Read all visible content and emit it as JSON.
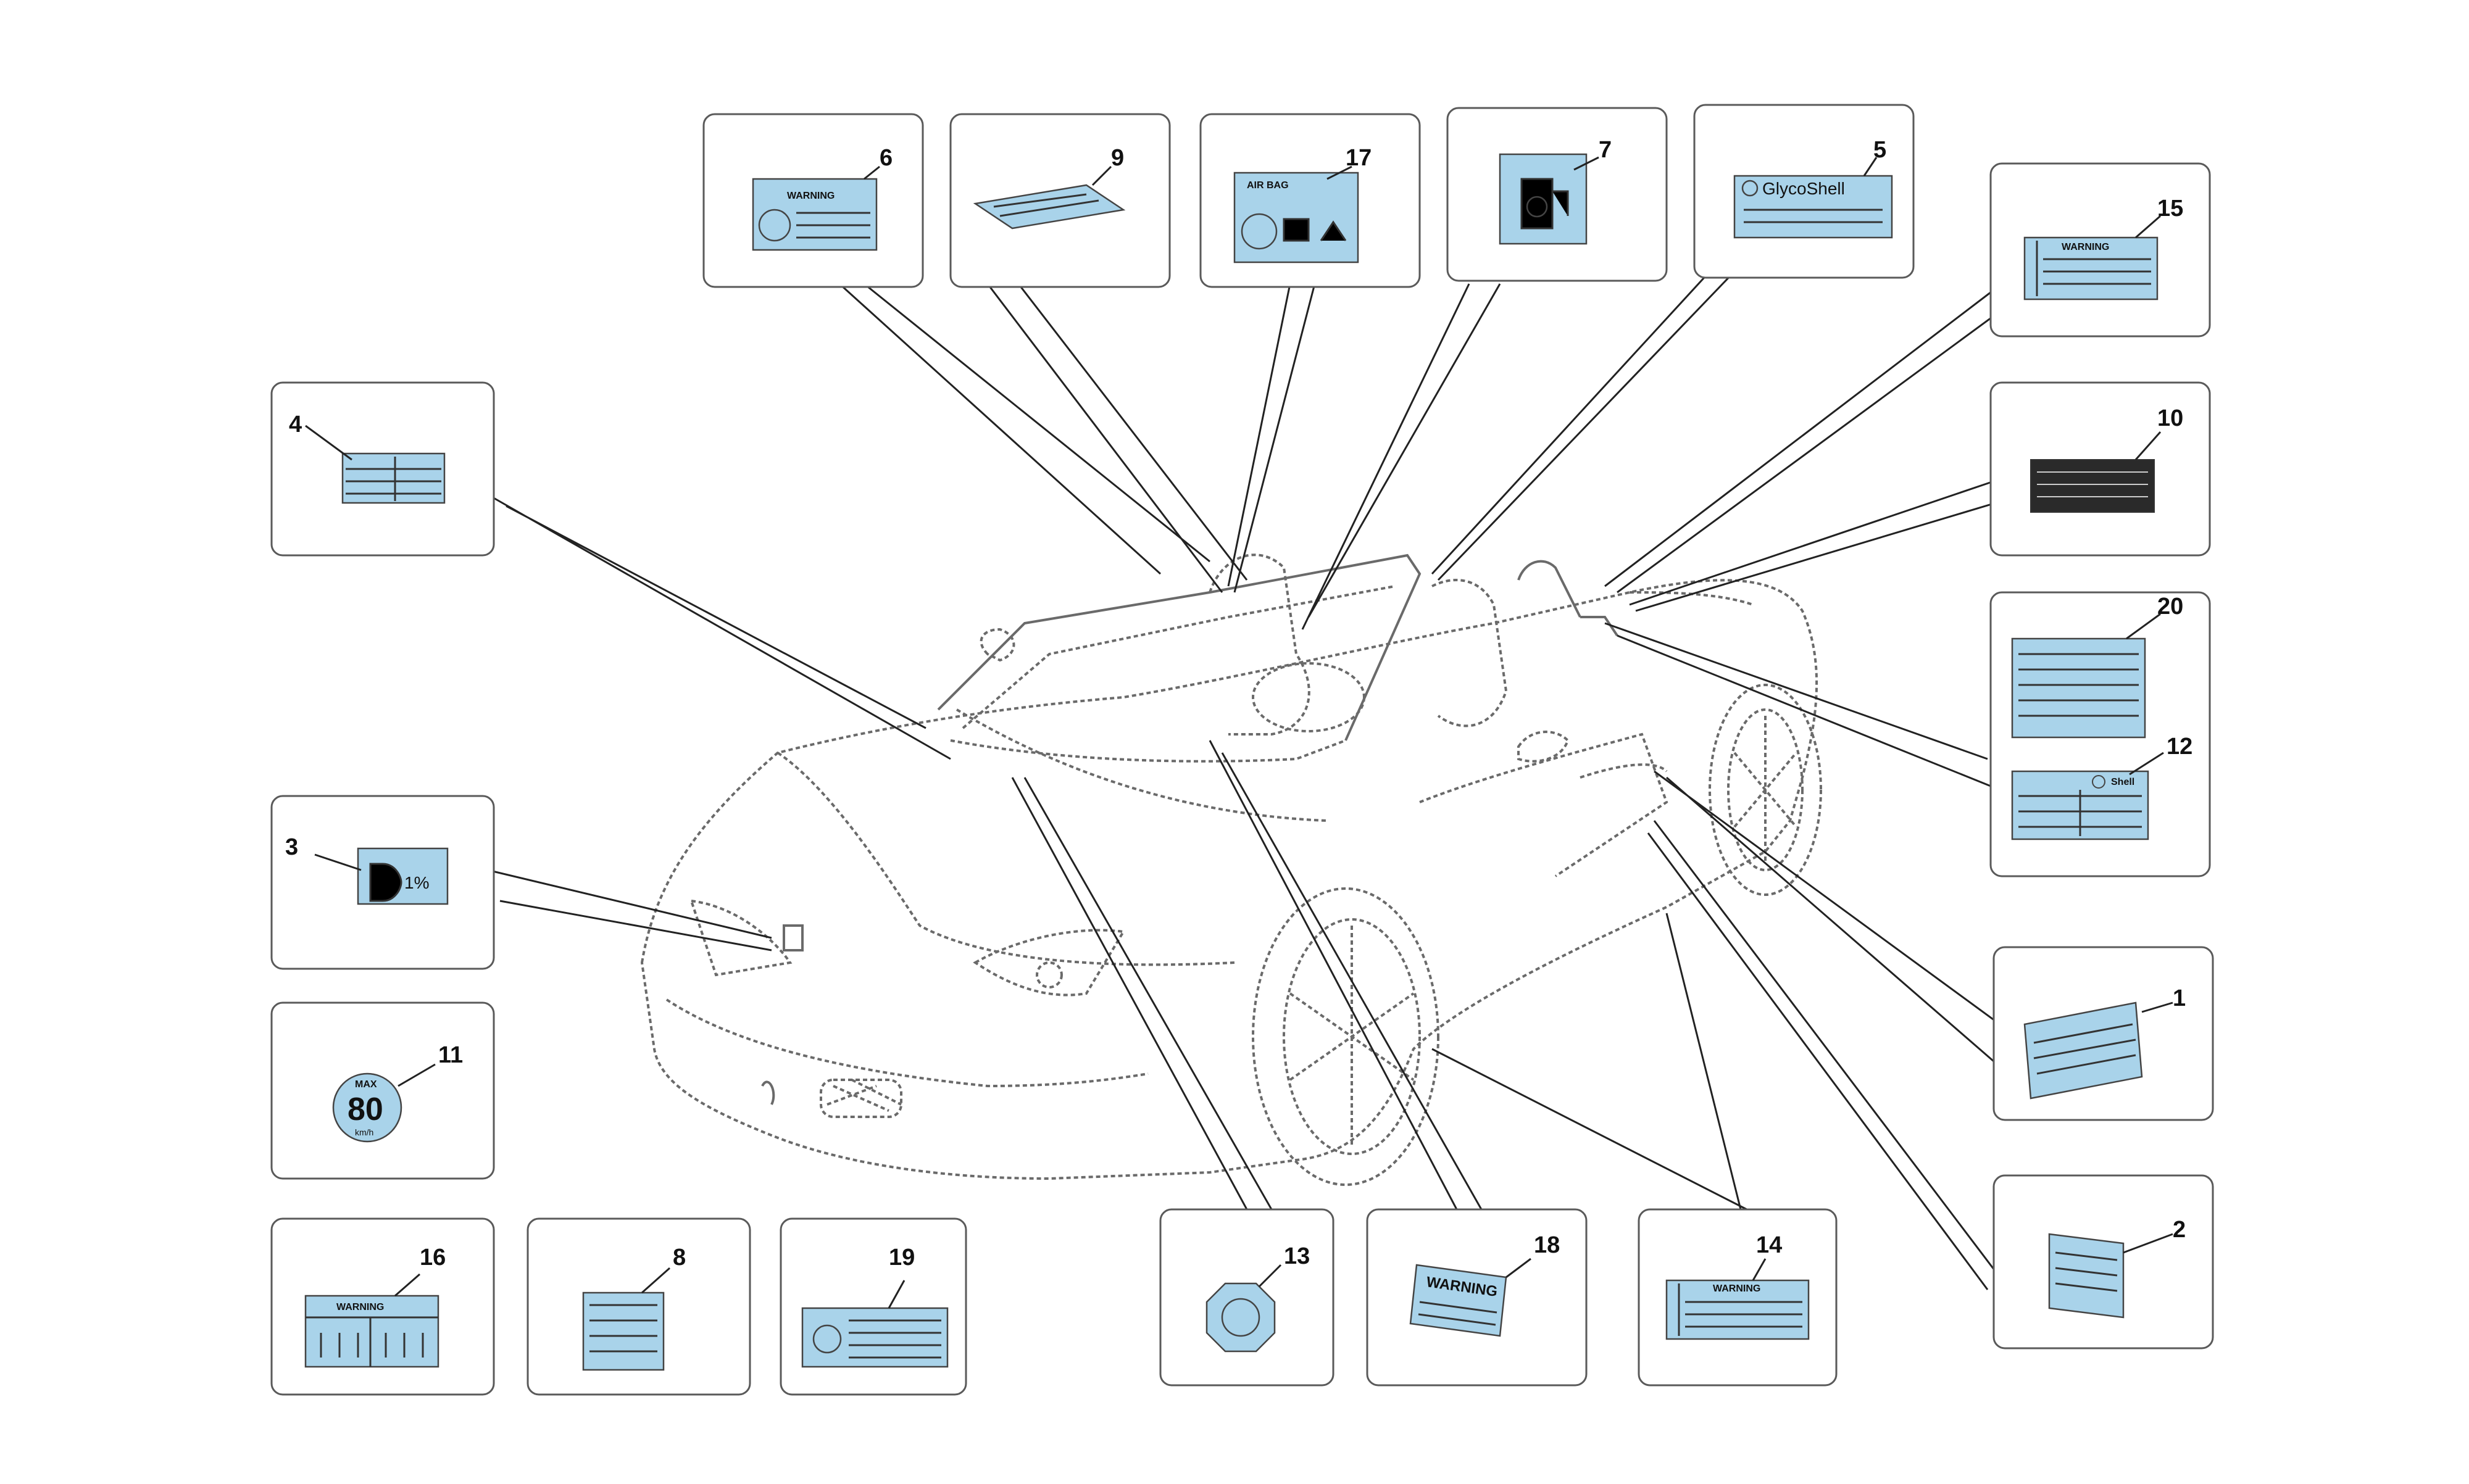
{
  "callouts": {
    "n1": "1",
    "n2": "2",
    "n3": "3",
    "n4": "4",
    "n5": "5",
    "n6": "6",
    "n7": "7",
    "n8": "8",
    "n9": "9",
    "n10": "10",
    "n11": "11",
    "n12": "12",
    "n13": "13",
    "n14": "14",
    "n15": "15",
    "n16": "16",
    "n17": "17",
    "n18": "18",
    "n19": "19",
    "n20": "20"
  },
  "labels": {
    "warning": "WARNING",
    "airbag": "AIR BAG",
    "glycoshell": "GlycoShell",
    "shell": "Shell",
    "headlamp_percent": "1%",
    "max": "MAX",
    "speed": "80",
    "speed_unit": "km/h"
  },
  "colors": {
    "label_fill": "#a9d3ea",
    "box_stroke": "#5a5a5a",
    "car_stroke": "#6a6a6a"
  }
}
